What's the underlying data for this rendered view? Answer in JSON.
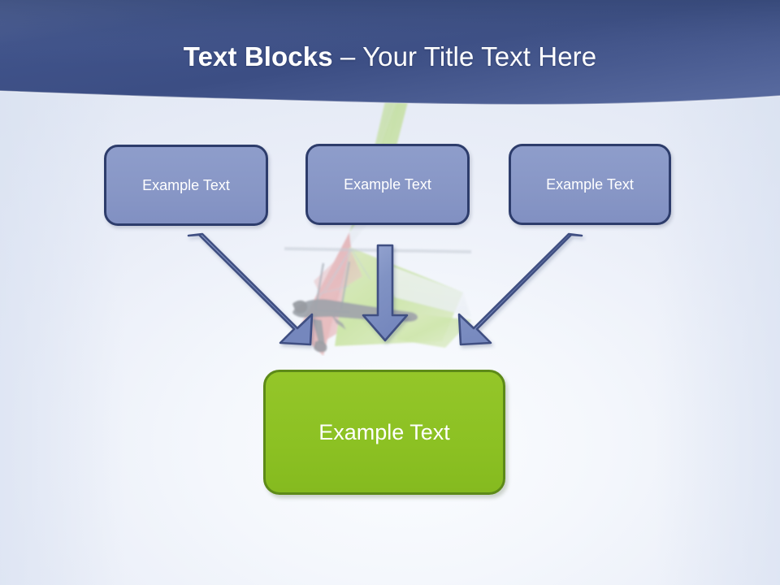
{
  "slide": {
    "title_bold": "Text Blocks",
    "title_separator": " – ",
    "title_light": "Your Title Text Here",
    "background_image_alt": "hang-glider",
    "colors": {
      "header_top": "#3f5287",
      "header_bottom": "#5e6f9e",
      "background": "#eef1f9",
      "box_fill": "#8897c6",
      "box_border": "#2d3c6b",
      "box_text": "#ffffff",
      "result_fill": "#8cc123",
      "result_border": "#5d8a18",
      "result_text": "#ffffff",
      "arrow_fill": "#8193c4",
      "arrow_border": "#3f4f82"
    }
  },
  "blocks": [
    {
      "id": "box-a",
      "label": "Example Text"
    },
    {
      "id": "box-b",
      "label": "Example Text"
    },
    {
      "id": "box-c",
      "label": "Example Text"
    }
  ],
  "result_block": {
    "label": "Example Text"
  },
  "arrows": [
    {
      "name": "arrow-left-diagonal",
      "direction": "down-right"
    },
    {
      "name": "arrow-middle-vertical",
      "direction": "down"
    },
    {
      "name": "arrow-right-diagonal",
      "direction": "down-left"
    }
  ]
}
